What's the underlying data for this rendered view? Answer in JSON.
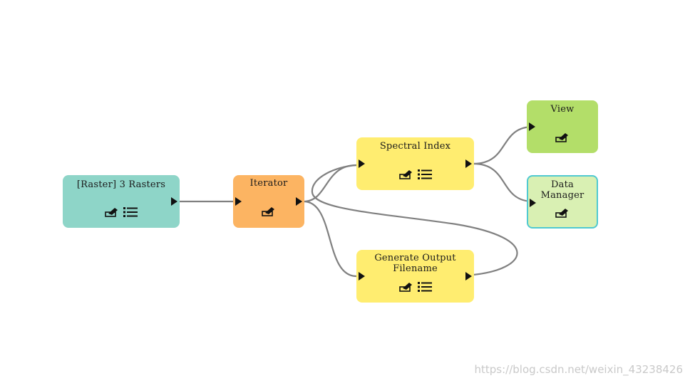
{
  "nodes": {
    "raster": {
      "title": "[Raster] 3 Rasters",
      "color": "#8ed5c8",
      "icons": [
        "edit-icon",
        "list-icon"
      ]
    },
    "iterator": {
      "title": "Iterator",
      "color": "#fcb462",
      "icons": [
        "edit-icon"
      ]
    },
    "spectral": {
      "title": "Spectral Index",
      "color": "#ffed70",
      "icons": [
        "edit-icon",
        "list-icon"
      ]
    },
    "genout": {
      "title": "Generate Output\nFilename",
      "color": "#ffed70",
      "icons": [
        "edit-icon",
        "list-icon"
      ]
    },
    "view": {
      "title": "View",
      "color": "#b3de69",
      "icons": [
        "edit-icon"
      ]
    },
    "datamgr": {
      "title": "Data\nManager",
      "color": "#d9f0b3",
      "border": "#4fc9d1",
      "icons": [
        "edit-icon"
      ]
    }
  },
  "edge_color": "#808080",
  "watermark": "https://blog.csdn.net/weixin_43238426"
}
